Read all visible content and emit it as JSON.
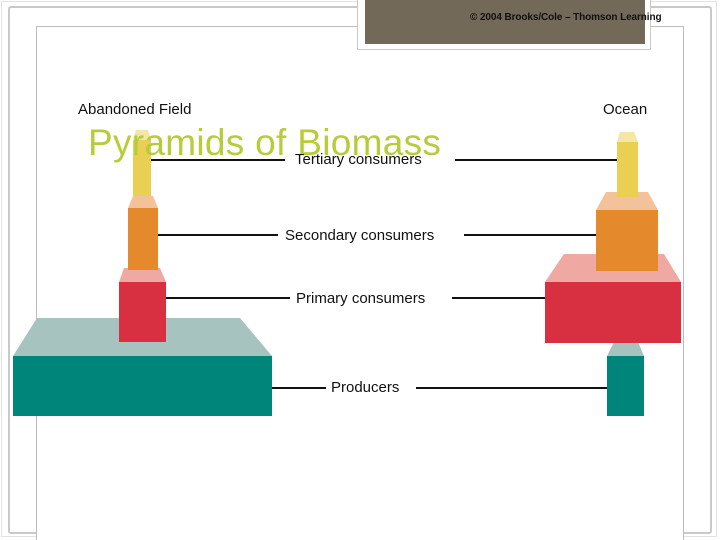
{
  "slide": {
    "title": "Pyramids of Biomass",
    "copyright": "© 2004 Brooks/Cole – Thomson Learning"
  },
  "diagram": {
    "left_heading": "Abandoned Field",
    "right_heading": "Ocean",
    "levels": [
      {
        "label": "Tertiary consumers"
      },
      {
        "label": "Secondary consumers"
      },
      {
        "label": "Primary consumers"
      },
      {
        "label": "Producers"
      }
    ],
    "colors": {
      "tertiary": "#e9cf52",
      "secondary": "#e48a2c",
      "primary": "#d83040",
      "producers": "#00857a"
    }
  }
}
